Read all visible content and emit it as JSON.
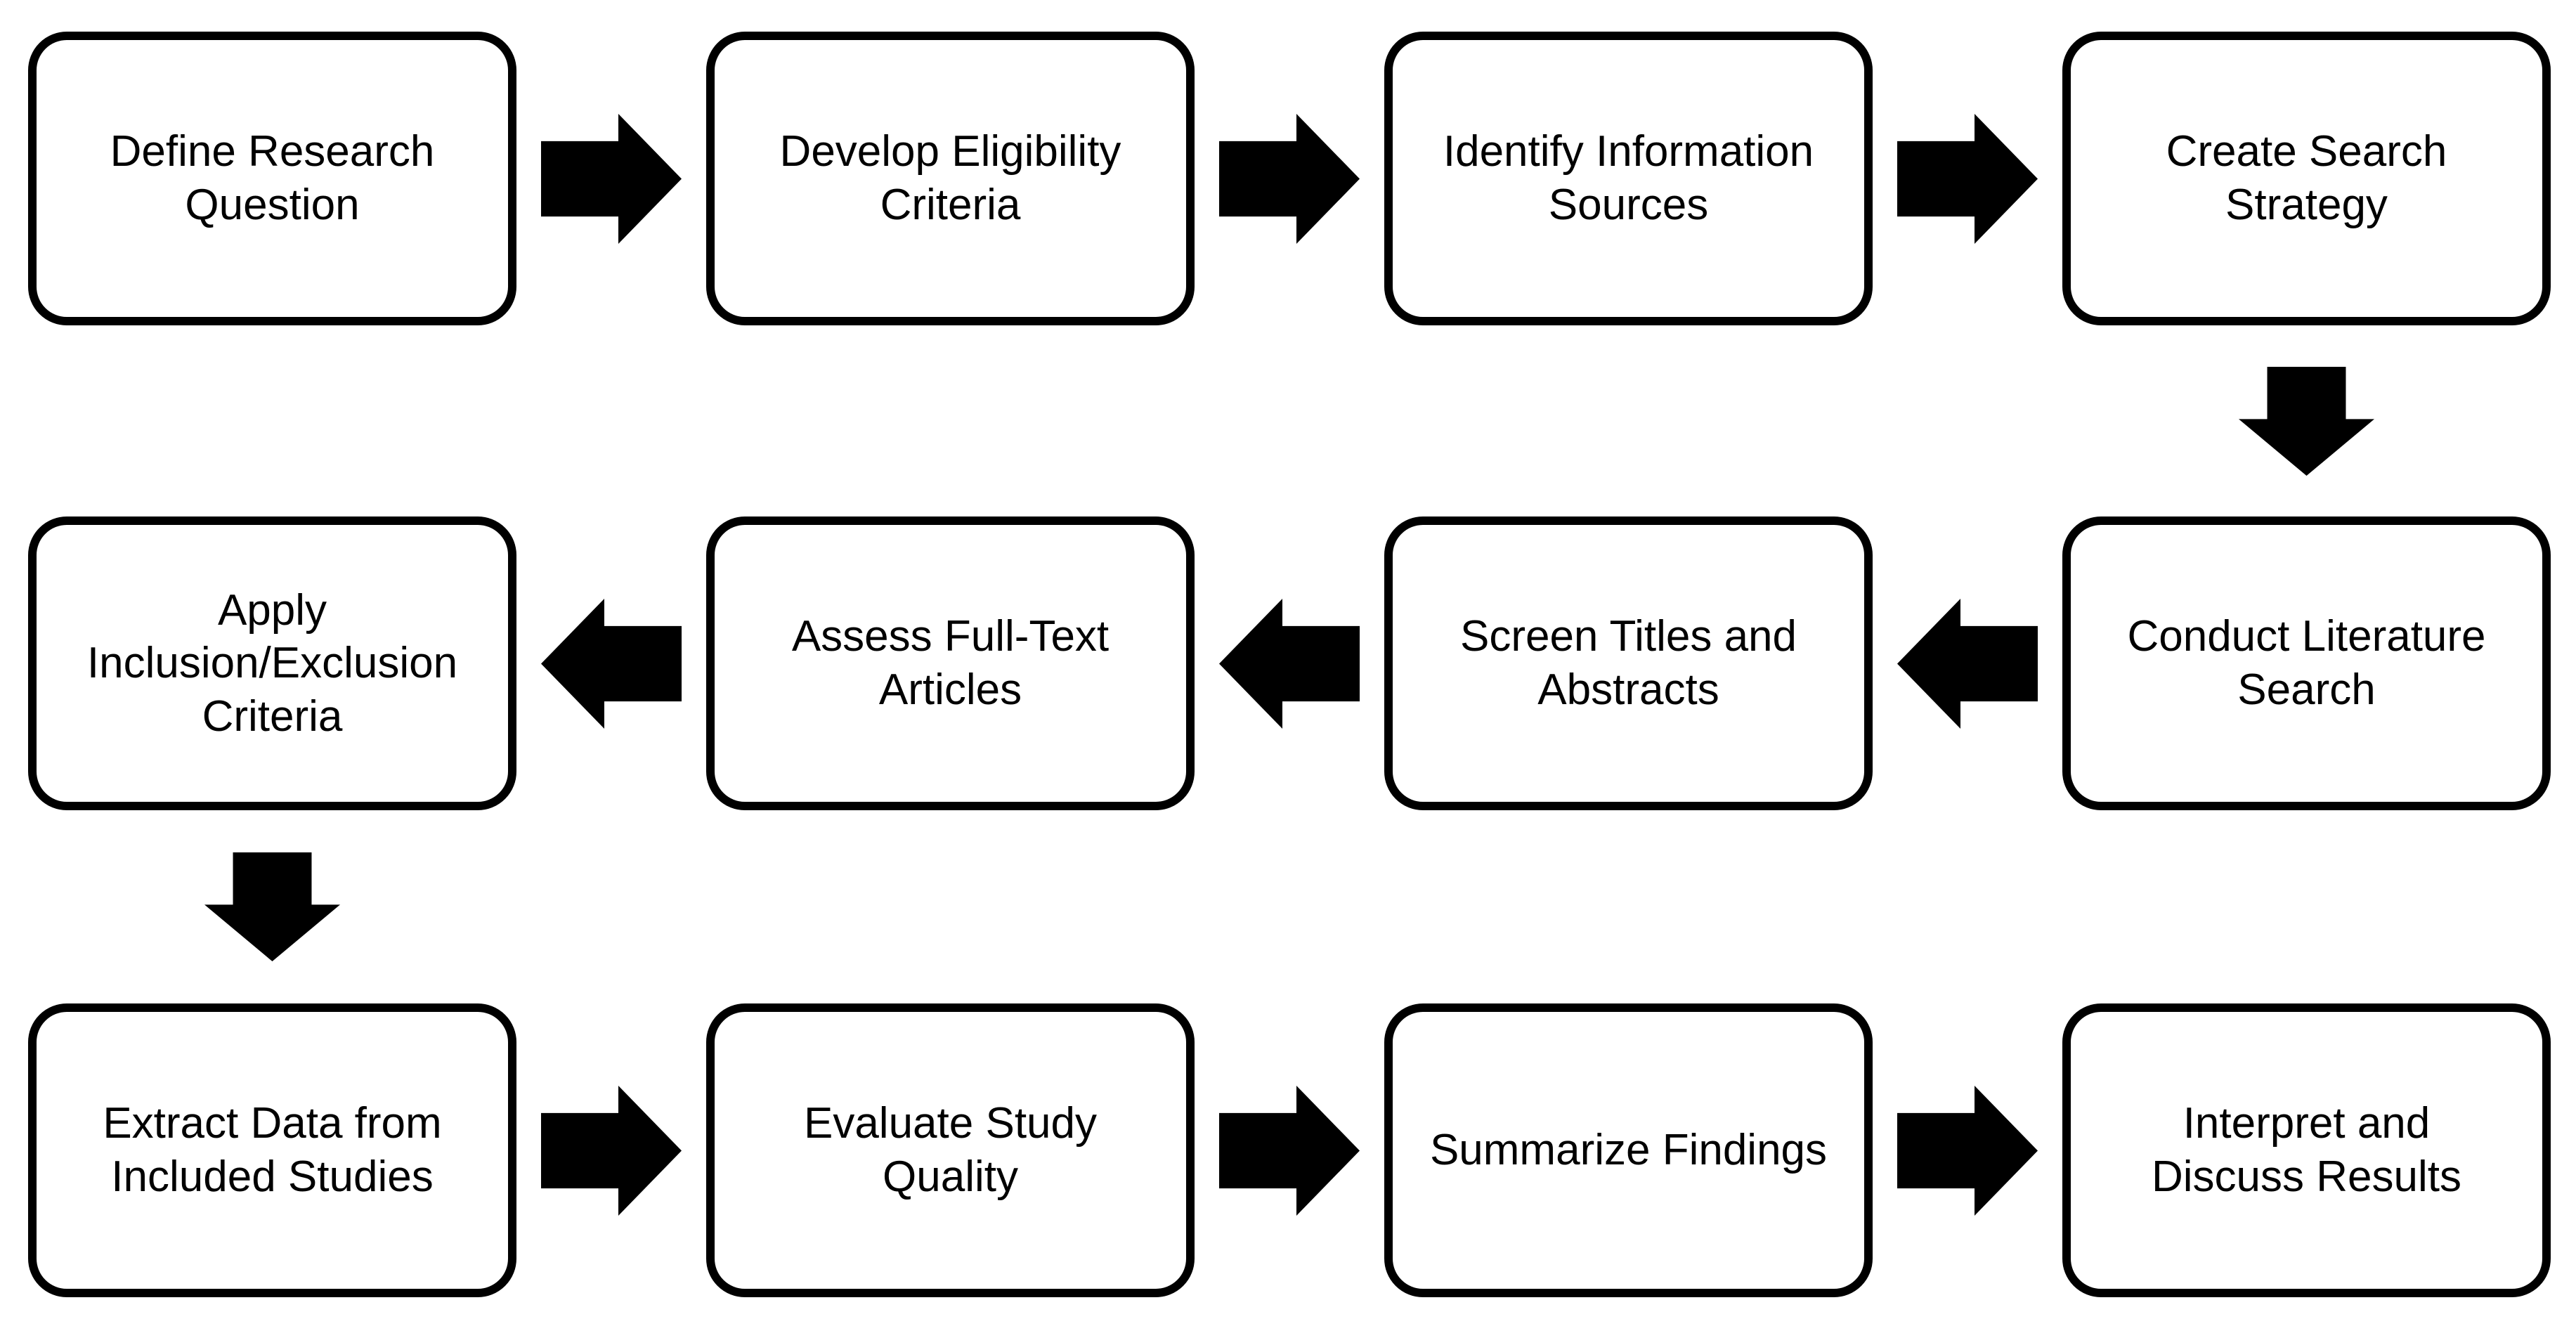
{
  "diagram": {
    "type": "flowchart",
    "background": "#ffffff",
    "box_fill": "#ffffff",
    "box_border_color": "#000000",
    "text_color": "#000000",
    "arrow_color": "#000000",
    "flow_pattern": "serpentine: row 1 left-to-right, down, row 2 right-to-left, down, row 3 left-to-right"
  },
  "steps": [
    {
      "id": 1,
      "label": "Define Research\nQuestion"
    },
    {
      "id": 2,
      "label": "Develop Eligibility\nCriteria"
    },
    {
      "id": 3,
      "label": "Identify Information\nSources"
    },
    {
      "id": 4,
      "label": "Create Search\nStrategy"
    },
    {
      "id": 5,
      "label": "Conduct Literature\nSearch"
    },
    {
      "id": 6,
      "label": "Screen Titles and\nAbstracts"
    },
    {
      "id": 7,
      "label": "Assess Full-Text\nArticles"
    },
    {
      "id": 8,
      "label": "Apply\nInclusion/Exclusion\nCriteria"
    },
    {
      "id": 9,
      "label": "Extract Data from\nIncluded Studies"
    },
    {
      "id": 10,
      "label": "Evaluate Study\nQuality"
    },
    {
      "id": 11,
      "label": "Summarize Findings"
    },
    {
      "id": 12,
      "label": "Interpret and\nDiscuss Results"
    }
  ],
  "connectors": [
    {
      "from": 1,
      "to": 2,
      "direction": "right"
    },
    {
      "from": 2,
      "to": 3,
      "direction": "right"
    },
    {
      "from": 3,
      "to": 4,
      "direction": "right"
    },
    {
      "from": 4,
      "to": 5,
      "direction": "down"
    },
    {
      "from": 5,
      "to": 6,
      "direction": "left"
    },
    {
      "from": 6,
      "to": 7,
      "direction": "left"
    },
    {
      "from": 7,
      "to": 8,
      "direction": "left"
    },
    {
      "from": 8,
      "to": 9,
      "direction": "down"
    },
    {
      "from": 9,
      "to": 10,
      "direction": "right"
    },
    {
      "from": 10,
      "to": 11,
      "direction": "right"
    },
    {
      "from": 11,
      "to": 12,
      "direction": "right"
    }
  ]
}
